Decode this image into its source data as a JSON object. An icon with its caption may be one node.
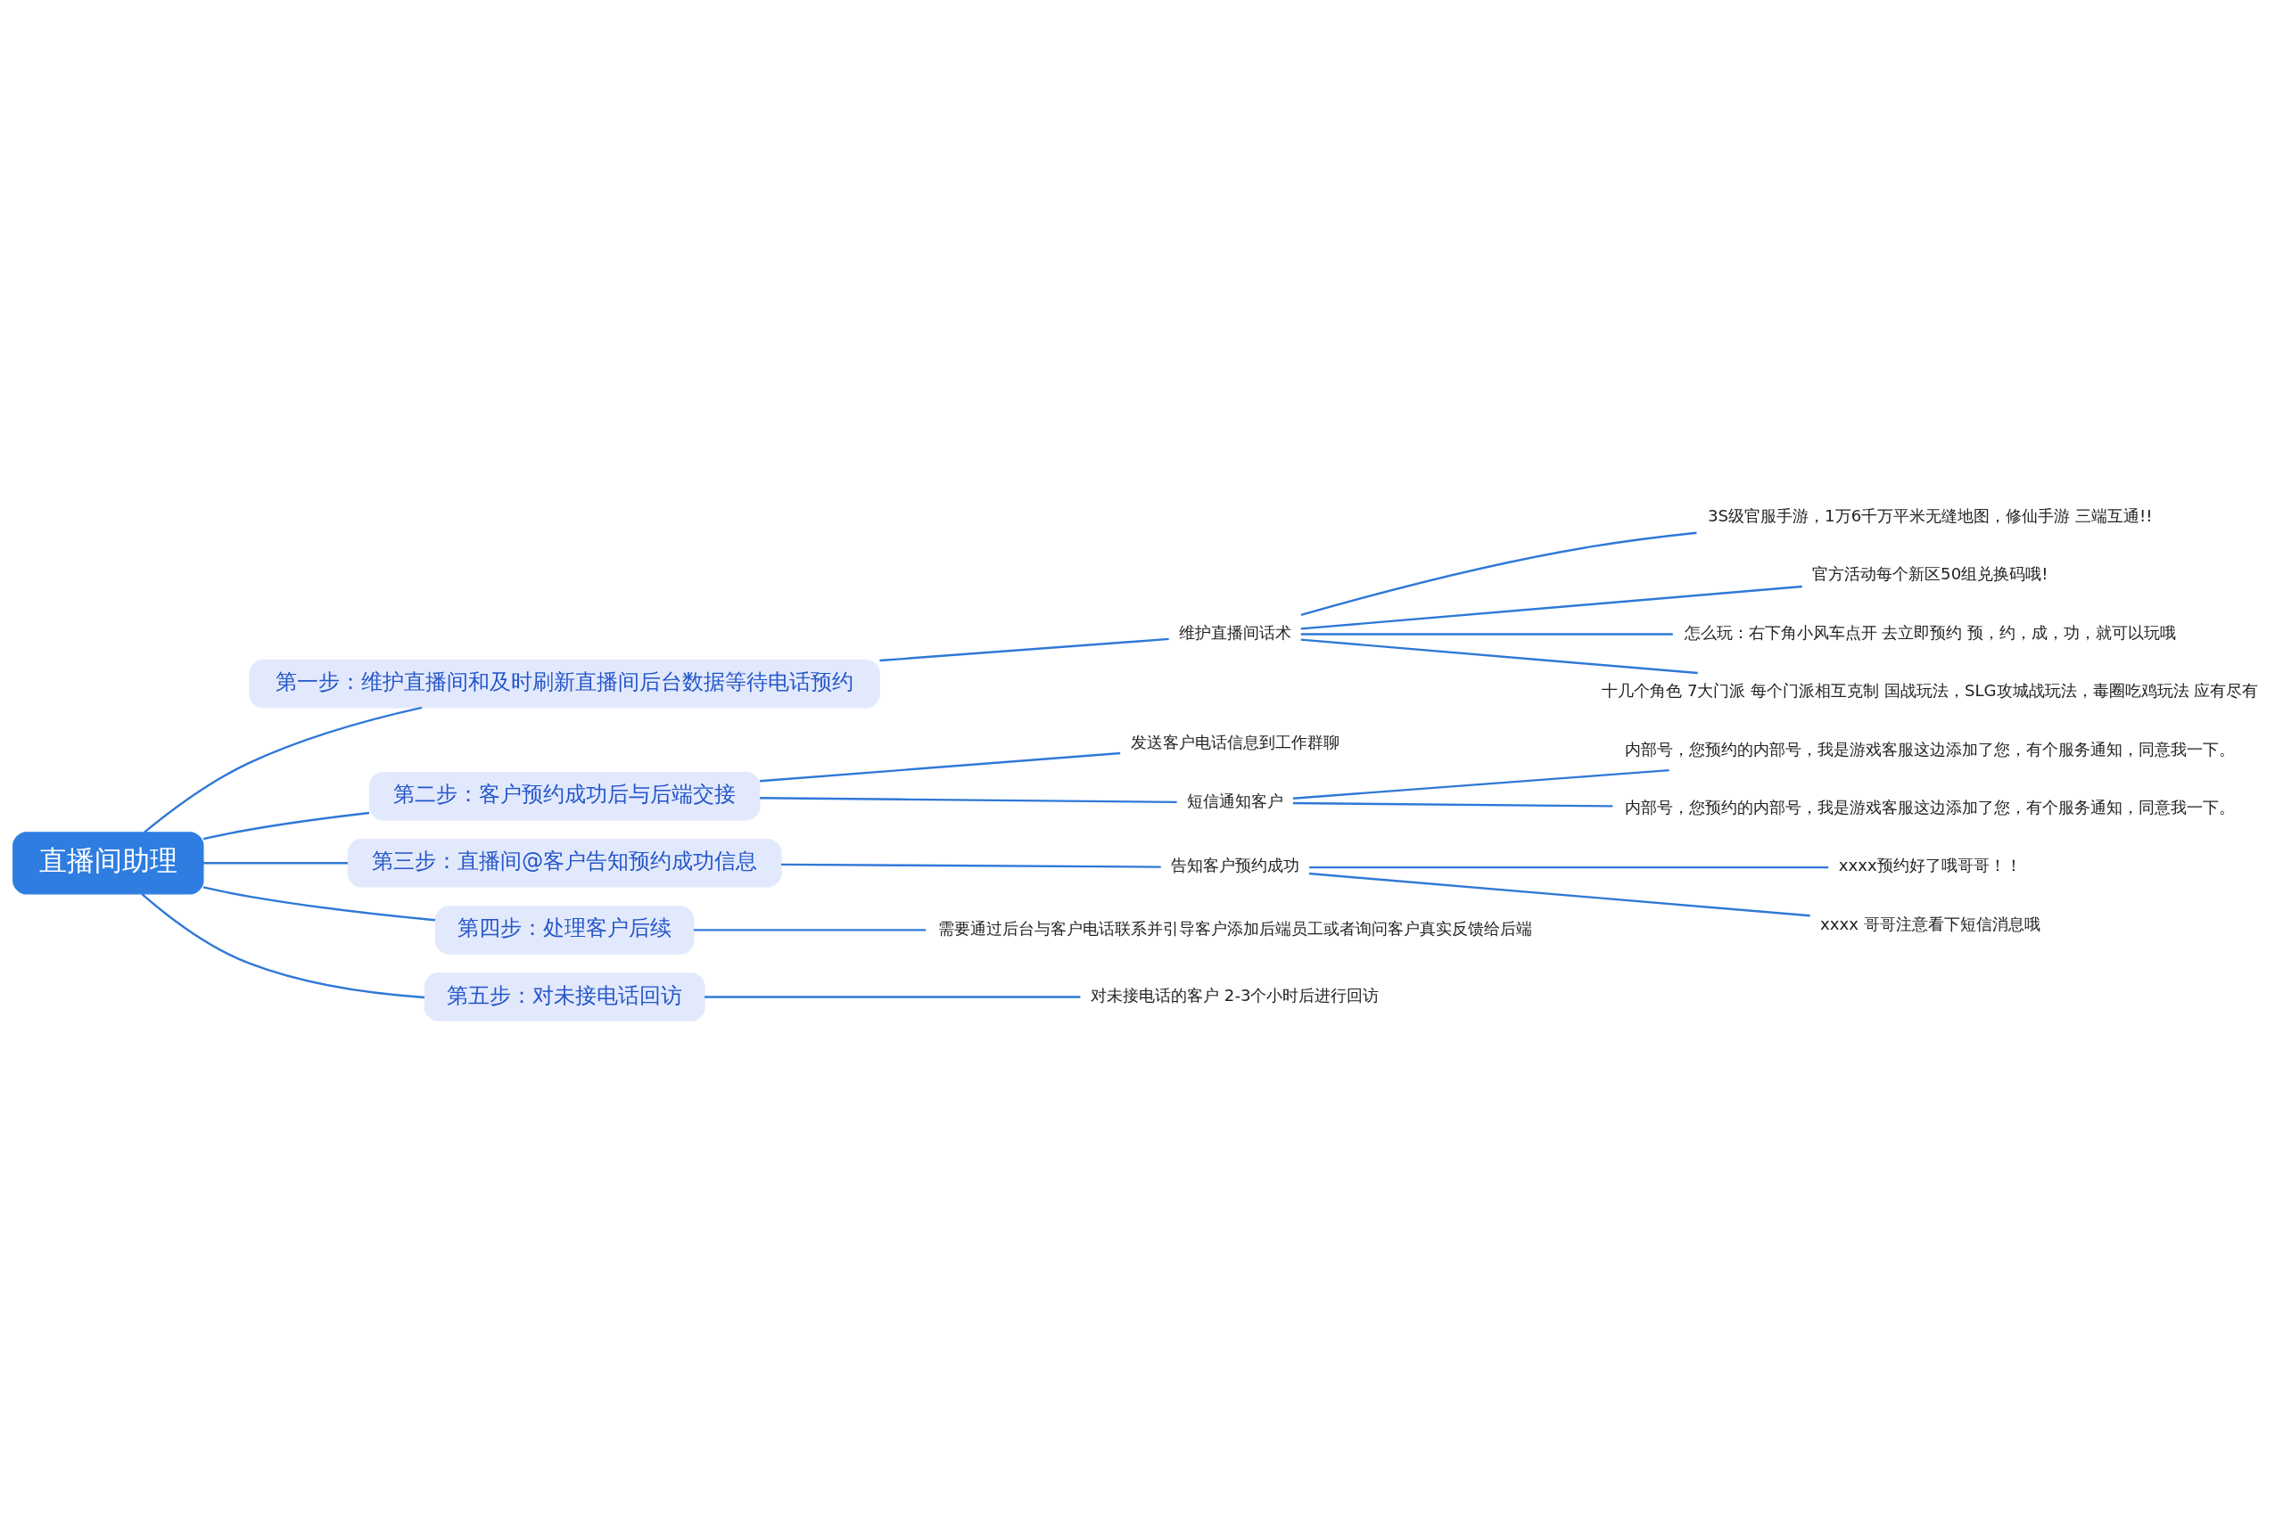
{
  "diagram": {
    "nodes": [
      {
        "text": [
          "直播间助理"
        ]
      },
      {
        "text": [
          "第一步：维护直播间和及时刷新直播间后台数据等待电话预约"
        ]
      },
      {
        "text": [
          "维护直播间话术"
        ]
      },
      {
        "text": [
          "3S级官服手游，1万6千万平米无缝地图，修仙手游 三端互通!!"
        ]
      },
      {
        "text": [
          "官方活动每个新区50组兑换码哦!"
        ]
      },
      {
        "text": [
          "怎么玩：右下角小风车点开 去立即预约 预，约，成，功，就可以玩哦"
        ]
      },
      {
        "text": [
          "十几个角色 7大门派 每个门派相互克制 国战玩法，SLG攻城战玩法，毒圈吃鸡玩法 应有尽有"
        ]
      },
      {
        "text": [
          "第二步：客户预约成功后与后端交接"
        ]
      },
      {
        "text": [
          "发送客户电话信息到工作群聊"
        ]
      },
      {
        "text": [
          "短信通知客户"
        ]
      },
      {
        "text": [
          "内部号，您预约的内部号，我是游戏客服这边添加了您，有个服务通知，同意我一下。"
        ]
      },
      {
        "text": [
          "内部号，您预约的内部号，我是游戏客服这边添加了您，有个服务通知，同意我一下。"
        ]
      },
      {
        "text": [
          "第三步：直播间@客户告知预约成功信息"
        ]
      },
      {
        "text": [
          "告知客户预约成功"
        ]
      },
      {
        "text": [
          "xxxx预约好了哦哥哥！！"
        ]
      },
      {
        "text": [
          "xxxx 哥哥注意看下短信消息哦"
        ]
      },
      {
        "text": [
          "第四步：处理客户后续"
        ]
      },
      {
        "text": [
          "需要通过后台与客户电话联系并引导客户添加后端员工或者询问客户真实反馈给后端"
        ]
      },
      {
        "text": [
          "第五步：对未接电话回访"
        ]
      },
      {
        "text": [
          "对未接电话的客户 2-3个小时后进行回访"
        ]
      }
    ],
    "edges": [
      {
        "from": 0,
        "to": 1,
        "arrow": "none"
      },
      {
        "from": 0,
        "to": 7,
        "arrow": "none"
      },
      {
        "from": 0,
        "to": 12,
        "arrow": "none"
      },
      {
        "from": 0,
        "to": 16,
        "arrow": "none"
      },
      {
        "from": 0,
        "to": 18,
        "arrow": "none"
      },
      {
        "from": 1,
        "to": 2,
        "arrow": "none"
      },
      {
        "from": 2,
        "to": 3,
        "arrow": "none"
      },
      {
        "from": 2,
        "to": 4,
        "arrow": "none"
      },
      {
        "from": 2,
        "to": 5,
        "arrow": "none"
      },
      {
        "from": 2,
        "to": 6,
        "arrow": "none"
      },
      {
        "from": 7,
        "to": 8,
        "arrow": "none"
      },
      {
        "from": 7,
        "to": 9,
        "arrow": "none"
      },
      {
        "from": 9,
        "to": 10,
        "arrow": "none"
      },
      {
        "from": 9,
        "to": 11,
        "arrow": "none"
      },
      {
        "from": 12,
        "to": 13,
        "arrow": "none"
      },
      {
        "from": 13,
        "to": 14,
        "arrow": "none"
      },
      {
        "from": 13,
        "to": 15,
        "arrow": "none"
      },
      {
        "from": 16,
        "to": 17,
        "arrow": "none"
      },
      {
        "from": 18,
        "to": 19,
        "arrow": "none"
      }
    ]
  }
}
